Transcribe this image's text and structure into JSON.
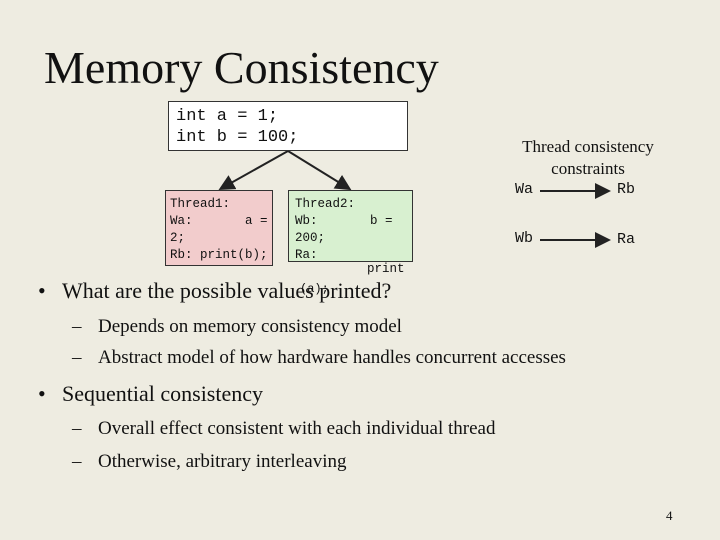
{
  "title": "Memory Consistency",
  "shared_code": [
    "int a = 1;",
    "int b = 100;"
  ],
  "thread1": {
    "lines": [
      "Thread1:",
      "Wa:       a =",
      "2;",
      "Rb: print(b);"
    ]
  },
  "thread2": {
    "lines": [
      "Thread2:",
      "Wb:       b =",
      "200;",
      "Ra:"
    ],
    "overflow_print": "print",
    "overflow_a": "(a);"
  },
  "constraints": {
    "title": "Thread consistency constraints",
    "row1": {
      "left": "Wa",
      "right": "Rb"
    },
    "row2": {
      "left": "Wb",
      "right": "Ra"
    }
  },
  "bullets": [
    {
      "text": "What are the possible values printed?",
      "subs": [
        "Depends on memory consistency model",
        "Abstract model of how hardware handles concurrent accesses"
      ]
    },
    {
      "text": "Sequential consistency",
      "subs": [
        "Overall effect consistent with each individual thread",
        "Otherwise, arbitrary interleaving"
      ]
    }
  ],
  "bullet_glyph": "•",
  "dash_glyph": "–",
  "page_number": "4"
}
